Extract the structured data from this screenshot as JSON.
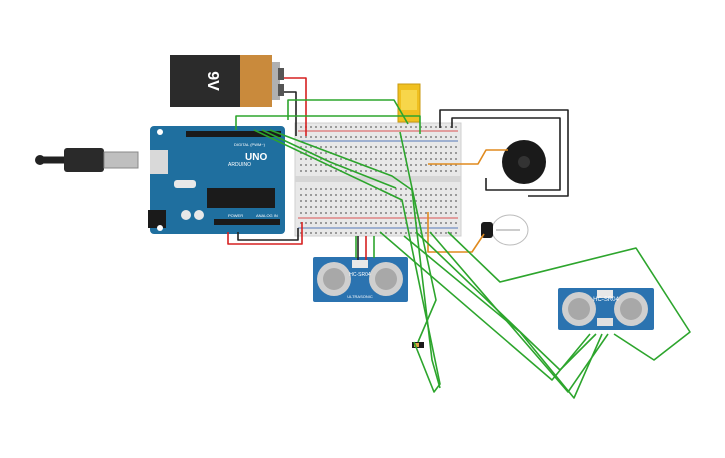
{
  "battery": {
    "label": "9V"
  },
  "arduino": {
    "brand": "ARDUINO",
    "model": "UNO",
    "digital_label": "DIGITAL (PWM~)",
    "power_label": "POWER",
    "analog_label": "ANALOG IN"
  },
  "sensor_left": {
    "model": "HC-SR04",
    "sub_label": "ULTRASONIC"
  },
  "sensor_right": {
    "model": "HC-SR04"
  },
  "colors": {
    "wire_green": "#2da52d",
    "wire_red": "#d62020",
    "wire_black": "#222222",
    "wire_orange": "#e08a1e",
    "board_blue": "#1f6f9f",
    "sensor_blue": "#2b73b0",
    "breadboard": "#e8e8e8"
  }
}
